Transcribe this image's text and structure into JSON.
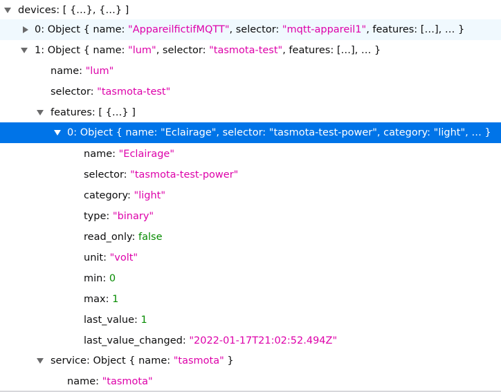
{
  "tree": {
    "devices_key": "devices",
    "devices_preview": "[ {…}, {…} ]",
    "device0_key": "0",
    "device0_preview_head": "Object { name: ",
    "device0_name": "\"AppareilfictifMQTT\"",
    "device0_sep1": ", selector: ",
    "device0_selector": "\"mqtt-appareil1\"",
    "device0_tail": ", features: […], … }",
    "device1_key": "1",
    "device1_preview_head": "Object { name: ",
    "device1_name": "\"lum\"",
    "device1_sep1": ", selector: ",
    "device1_selector": "\"tasmota-test\"",
    "device1_tail": ", features: […], … }",
    "name_key": "name",
    "name_value": "\"lum\"",
    "selector_key": "selector",
    "selector_value": "\"tasmota-test\"",
    "features_key": "features",
    "features_preview": "[ {…} ]",
    "feature0_key": "0",
    "feature0_preview": "Object { name: \"Eclairage\", selector: \"tasmota-test-power\", category: \"light\", … }",
    "f_name_key": "name",
    "f_name_value": "\"Eclairage\"",
    "f_selector_key": "selector",
    "f_selector_value": "\"tasmota-test-power\"",
    "f_category_key": "category",
    "f_category_value": "\"light\"",
    "f_type_key": "type",
    "f_type_value": "\"binary\"",
    "f_read_only_key": "read_only",
    "f_read_only_value": "false",
    "f_unit_key": "unit",
    "f_unit_value": "\"volt\"",
    "f_min_key": "min",
    "f_min_value": "0",
    "f_max_key": "max",
    "f_max_value": "1",
    "f_last_value_key": "last_value",
    "f_last_value_value": "1",
    "f_last_value_changed_key": "last_value_changed",
    "f_last_value_changed_value": "\"2022-01-17T21:02:52.494Z\"",
    "service_key": "service",
    "service_preview_head": "Object { name: ",
    "service_name": "\"tasmota\"",
    "service_tail": " }",
    "service_name_key": "name",
    "service_name_value": "\"tasmota\""
  },
  "colors": {
    "string": "#dd00a9",
    "number": "#058b00",
    "selection": "#0074e8",
    "hover": "#f0f9fe"
  }
}
